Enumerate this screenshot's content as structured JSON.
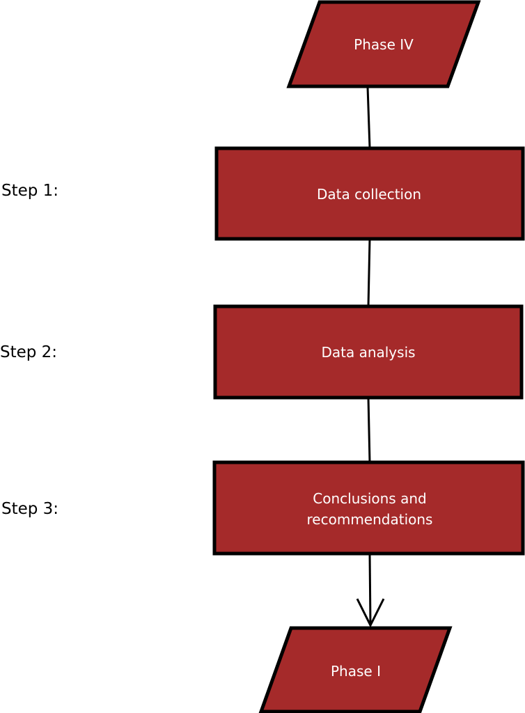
{
  "colors": {
    "node_fill": "#a52a2a",
    "node_border": "#000000",
    "node_text": "#ffffff",
    "edge": "#000000",
    "label_text": "#000000",
    "background": "#ffffff"
  },
  "steps": {
    "step1": "Step 1:",
    "step2": "Step 2:",
    "step3": "Step 3:"
  },
  "nodes": {
    "start": "Phase IV",
    "data_collection": "Data collection",
    "data_analysis": "Data analysis",
    "conclusions_line1": "Conclusions and",
    "conclusions_line2": "recommendations",
    "end": "Phase I"
  }
}
